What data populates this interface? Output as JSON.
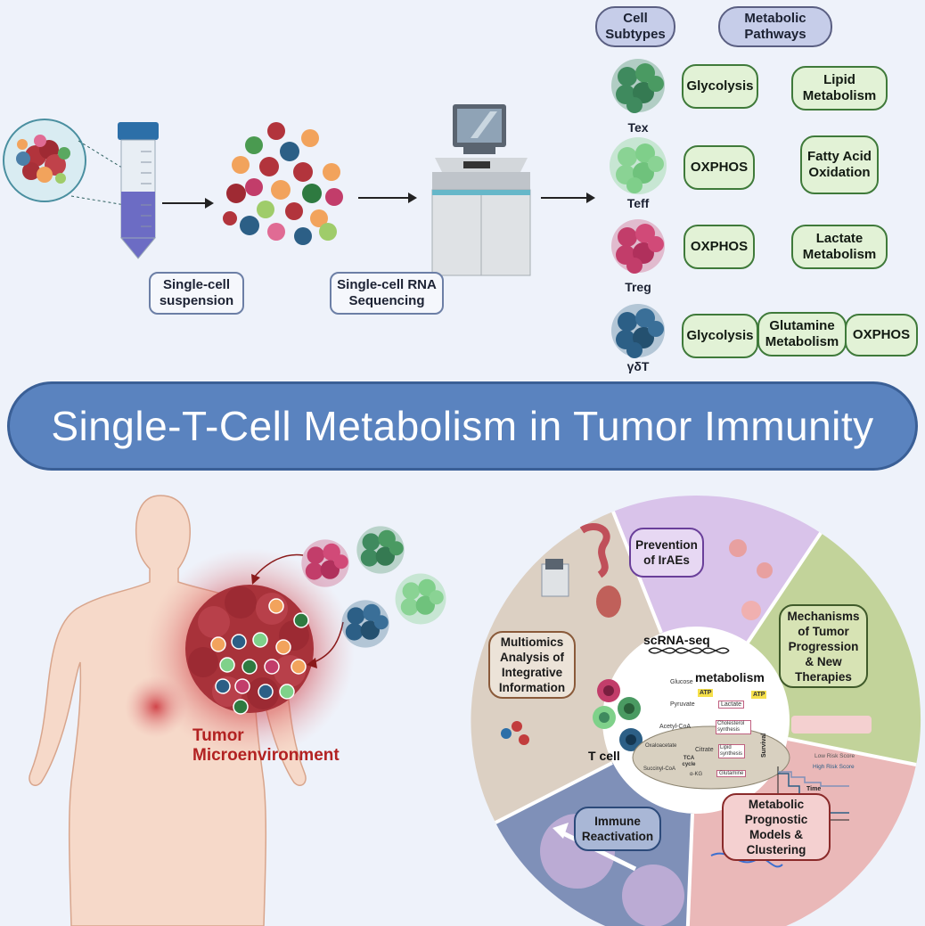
{
  "top": {
    "single_cell_suspension": "Single-cell suspension",
    "single_cell_rna_seq": "Single-cell RNA Sequencing",
    "headers": {
      "cell_subtypes": "Cell Subtypes",
      "metabolic_pathways": "Metabolic Pathways"
    },
    "cells": [
      {
        "label": "Tex",
        "color": "#3f8a5e"
      },
      {
        "label": "Teff",
        "color": "#7fd18a"
      },
      {
        "label": "Treg",
        "color": "#c23d6a"
      },
      {
        "label": "γδT",
        "color": "#2c5f86"
      }
    ],
    "pathways": {
      "tex": [
        "Glycolysis",
        "Lipid Metabolism"
      ],
      "teff": [
        "OXPHOS",
        "Fatty Acid Oxidation"
      ],
      "treg": [
        "OXPHOS",
        "Lactate Metabolism"
      ],
      "gdt": [
        "Glycolysis",
        "Glutamine Metabolism",
        "OXPHOS"
      ]
    }
  },
  "banner": {
    "title": "Single-T-Cell Metabolism in Tumor Immunity"
  },
  "bottom_left": {
    "tumor_label_line1": "Tumor",
    "tumor_label_line2": "Microenvironment"
  },
  "wheel": {
    "center": {
      "scrna": "scRNA-seq",
      "metabolism": "metabolism",
      "tcell": "T cell",
      "pathway_terms": [
        "Glucose",
        "ATP",
        "Pyruvate",
        "Lactate",
        "Acetyl-CoA",
        "Cholesterol synthesis",
        "Citrate",
        "Lipid synthesis",
        "Oxaloacetate",
        "TCA cycle",
        "Succinyl-CoA",
        "α-KG",
        "Glutamine"
      ]
    },
    "segments": {
      "prevention": "Prevention of IrAEs",
      "mechanisms": "Mechanisms of Tumor Progression & New Therapies",
      "prognostic": "Metabolic Prognostic Models & Clustering",
      "immune": "Immune Reactivation",
      "multiomics": "Multiomics Analysis of Integrative Information"
    },
    "km_plot": {
      "ylabel": "Survival",
      "xlabel": "Time",
      "low": "Low Risk Score",
      "high": "High Risk Score"
    }
  }
}
